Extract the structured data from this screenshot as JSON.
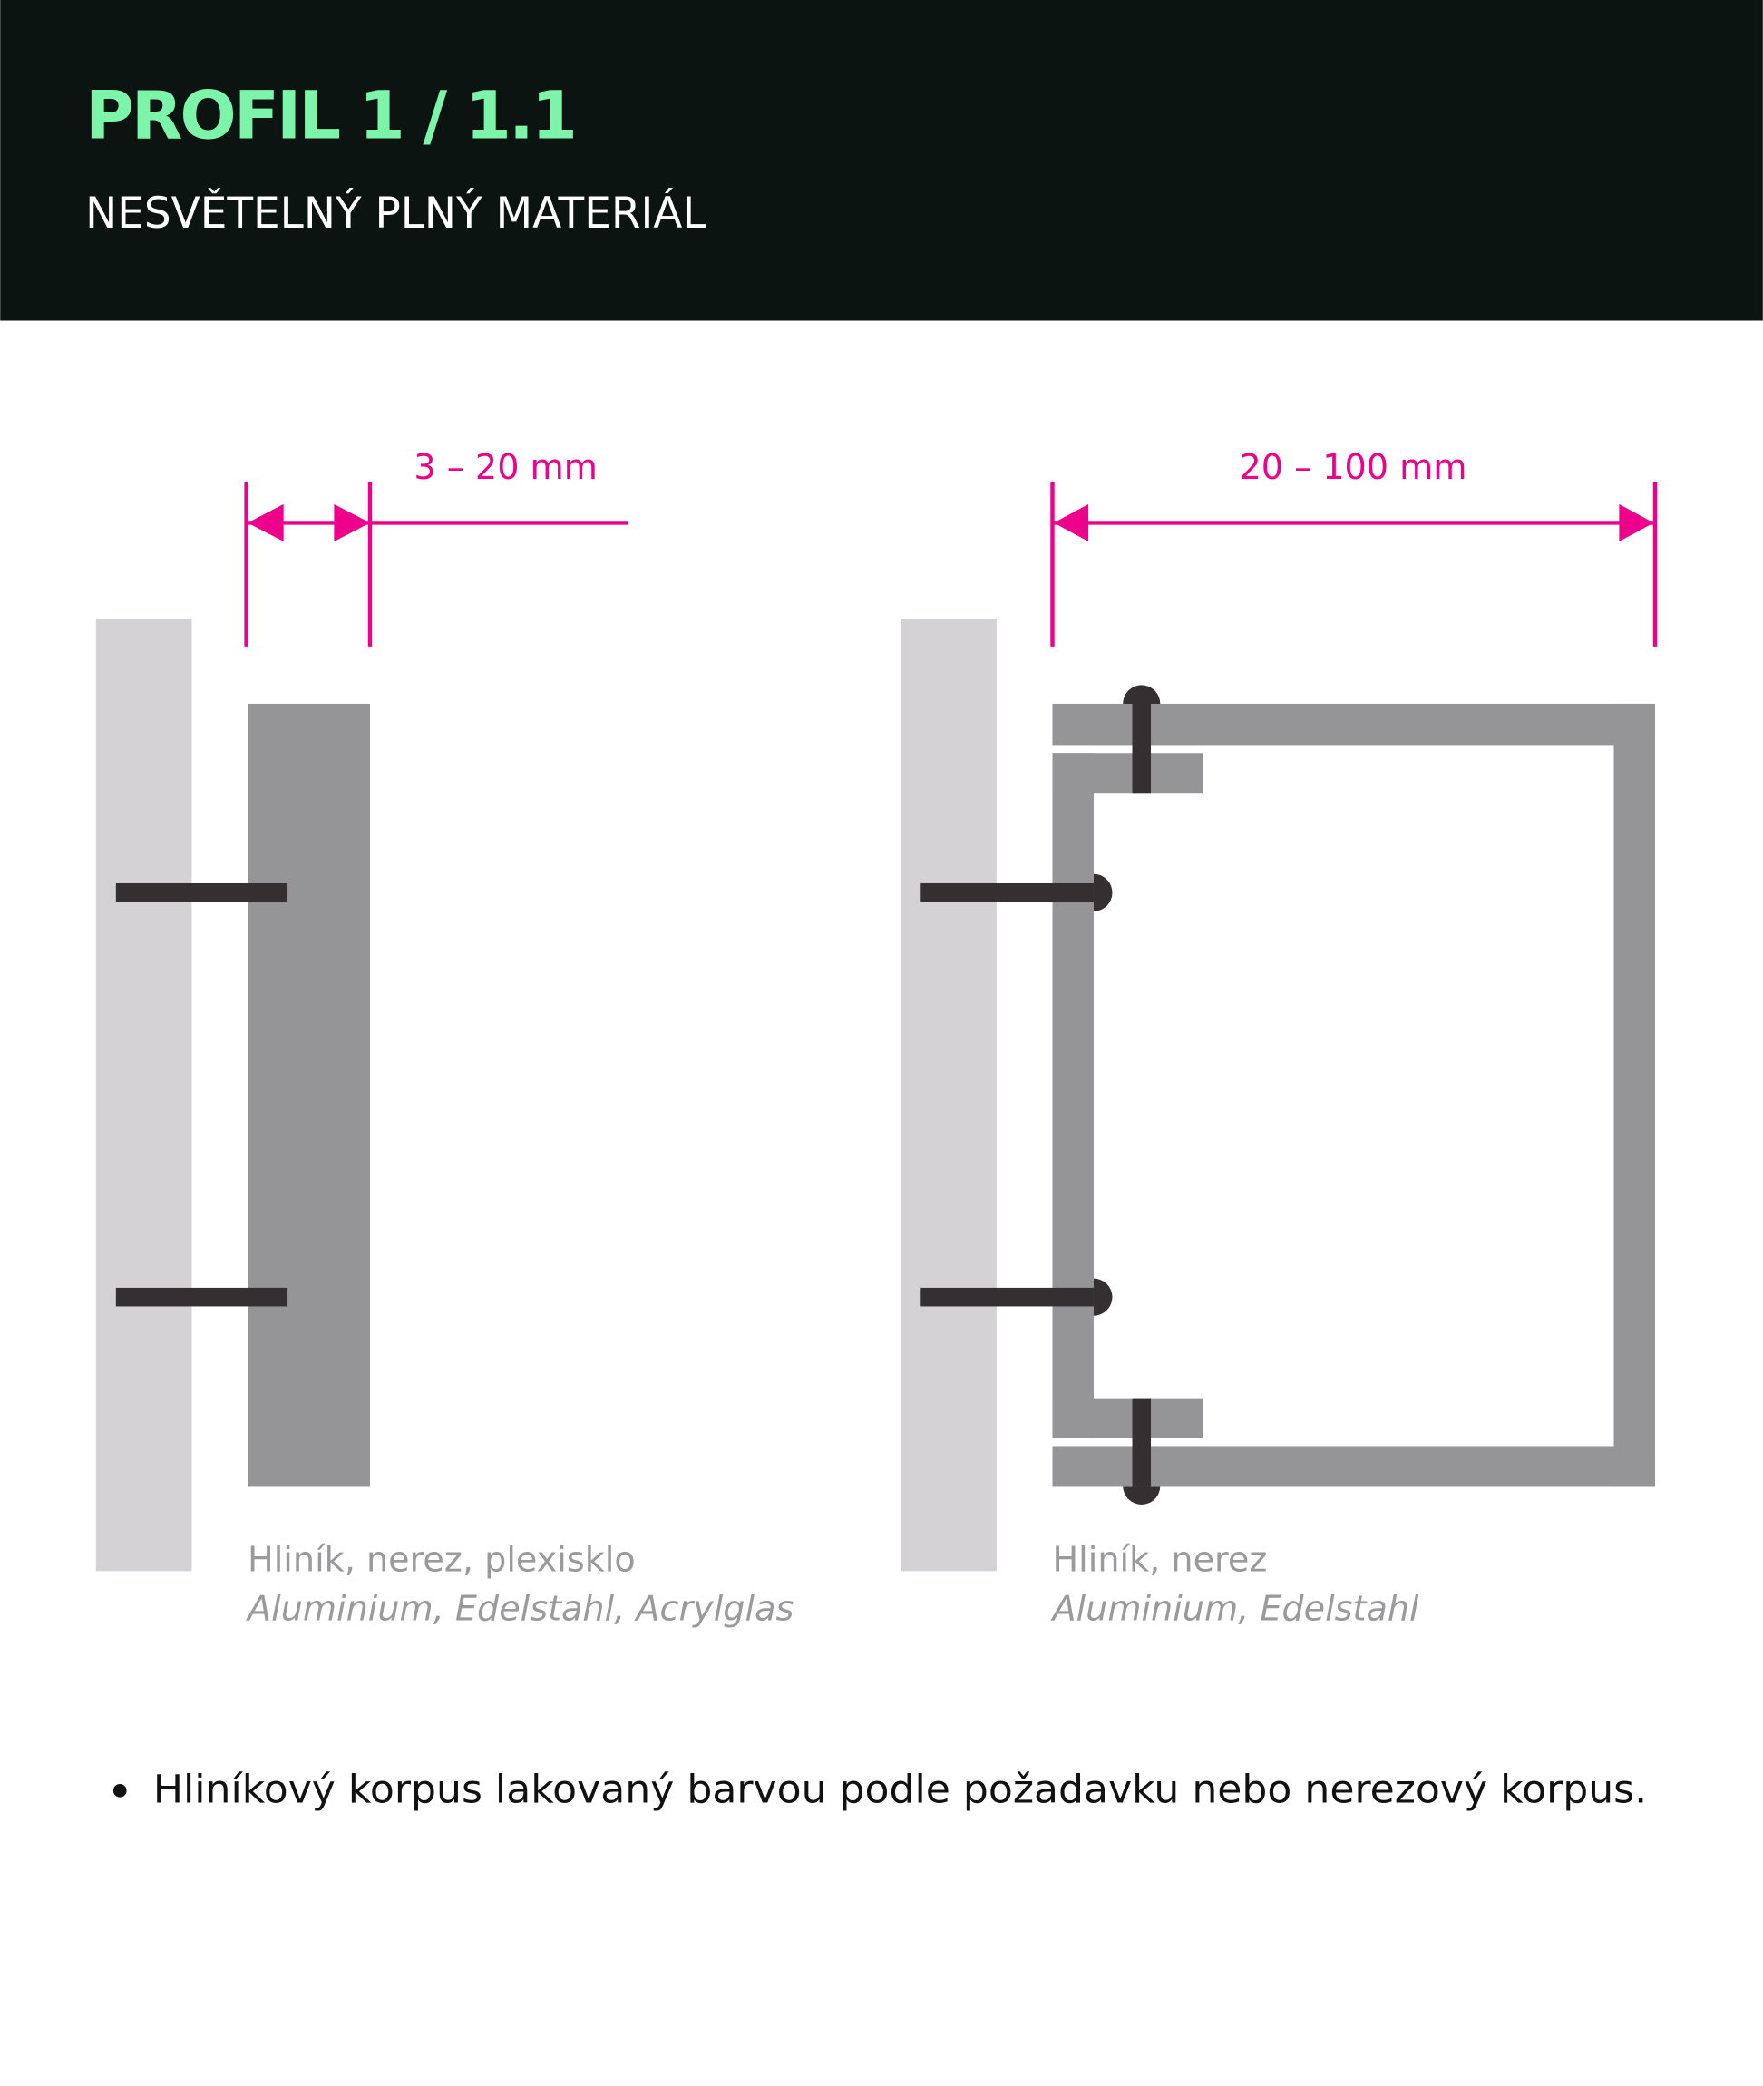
{
  "header": {
    "title": "PROFIL 1 / 1.1",
    "subtitle": "NESVĚTELNÝ PLNÝ MATERIÁL"
  },
  "diagram_left": {
    "dimension": "3 – 20 mm",
    "caption_cz": "Hliník, nerez, plexisklo",
    "caption_de": "Aluminium, Edelstahl, Acrylglas"
  },
  "diagram_right": {
    "dimension": "20 – 100 mm",
    "caption_cz": "Hliník, nerez",
    "caption_de": "Aluminium, Edelstahl"
  },
  "bullets": [
    "Hliníkový korpus lakovaný barvou podle požadavku nebo nerezový korpus."
  ],
  "colors": {
    "header_bg": "#0b1411",
    "title": "#7cf5aa",
    "dimension": "#ec008c",
    "wall": "#d4d2d4",
    "profile": "#959497",
    "screw": "#343031"
  }
}
